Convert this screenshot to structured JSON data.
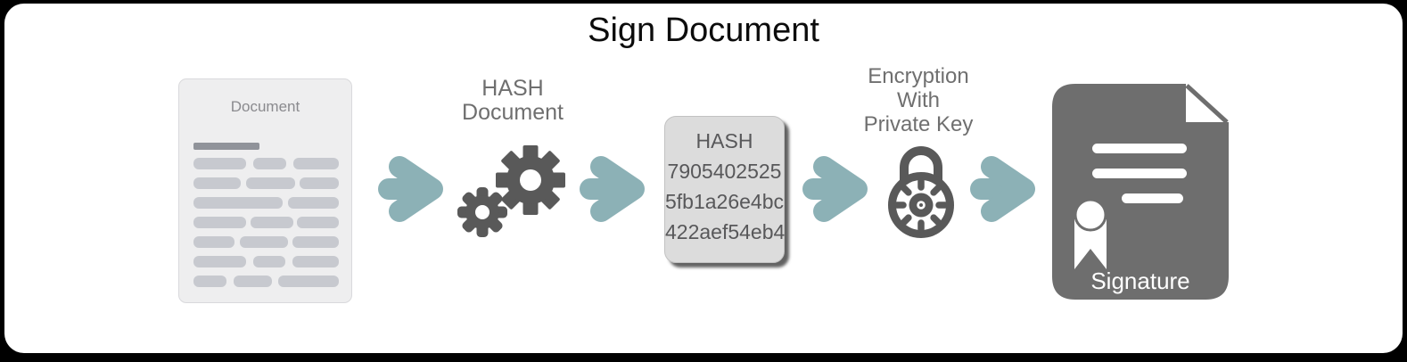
{
  "title": "Sign Document",
  "colors": {
    "accent": "#8cb1b6",
    "icon": "#595959",
    "sig_doc": "#6e6e6e"
  },
  "source_document": {
    "label": "Document"
  },
  "hash_step": {
    "label_lines": [
      "HASH",
      "Document"
    ]
  },
  "hash_box": {
    "title": "HASH",
    "value_lines": [
      "7905402525",
      "5fb1a26e4bc",
      "422aef54eb4"
    ]
  },
  "encryption_step": {
    "label_lines": [
      "Encryption",
      "With",
      "Private Key"
    ]
  },
  "signature_document": {
    "label": "Signature"
  }
}
